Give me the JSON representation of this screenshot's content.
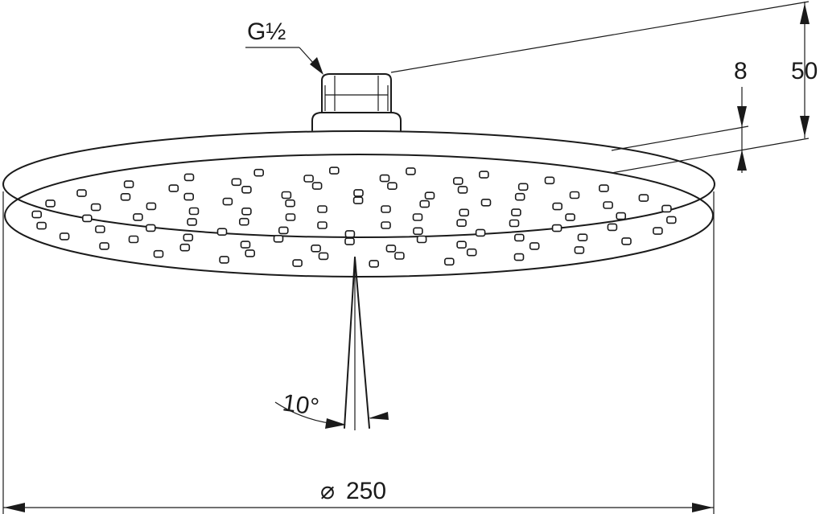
{
  "dimensions": {
    "thread_label": "G½",
    "diameter_symbol": "⌀",
    "diameter_value": "250",
    "connector_height": "8",
    "overall_height": "50",
    "spray_angle": "10°"
  },
  "colors": {
    "line": "#1a1a1a",
    "background": "#ffffff"
  }
}
